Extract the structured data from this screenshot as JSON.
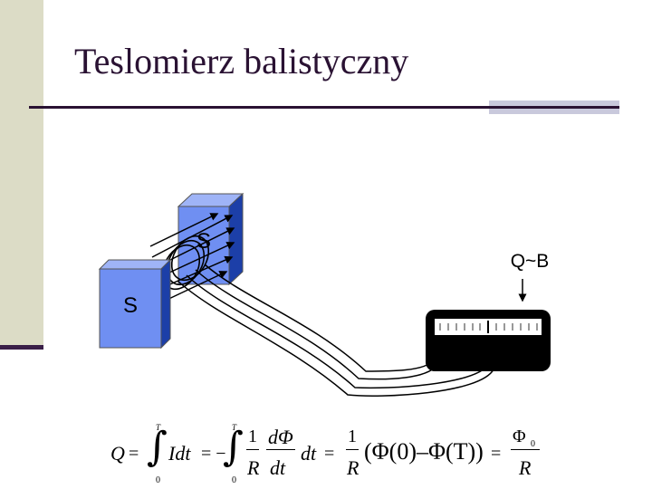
{
  "slide": {
    "title": "Teslomierz balistyczny"
  },
  "diagram": {
    "magnet_front_label": "S",
    "magnet_back_label": "S",
    "charge_label": "Q~B"
  },
  "formula": {
    "lhs": "Q",
    "eq1": "=",
    "int1_upper": "T",
    "int1_lower": "0",
    "integrand1": "Idt",
    "eq2": "= −",
    "int2_upper": "T",
    "int2_lower": "0",
    "frac1_num": "1",
    "frac1_den": "R",
    "frac2_num": "dΦ",
    "frac2_den": "dt",
    "dt": "dt",
    "eq3": "=",
    "frac3_num": "1",
    "frac3_den": "R",
    "flux_diff": "(Φ(0)–Φ(T))",
    "eq4": "=",
    "frac4_num": "Φ",
    "frac4_num_sub": "0",
    "frac4_den": "R"
  },
  "colors": {
    "magnet_face": "#6f8ff2",
    "magnet_side": "#1c3fa8",
    "title_color": "#2a1233",
    "sidebar": "#dcdcc6"
  }
}
